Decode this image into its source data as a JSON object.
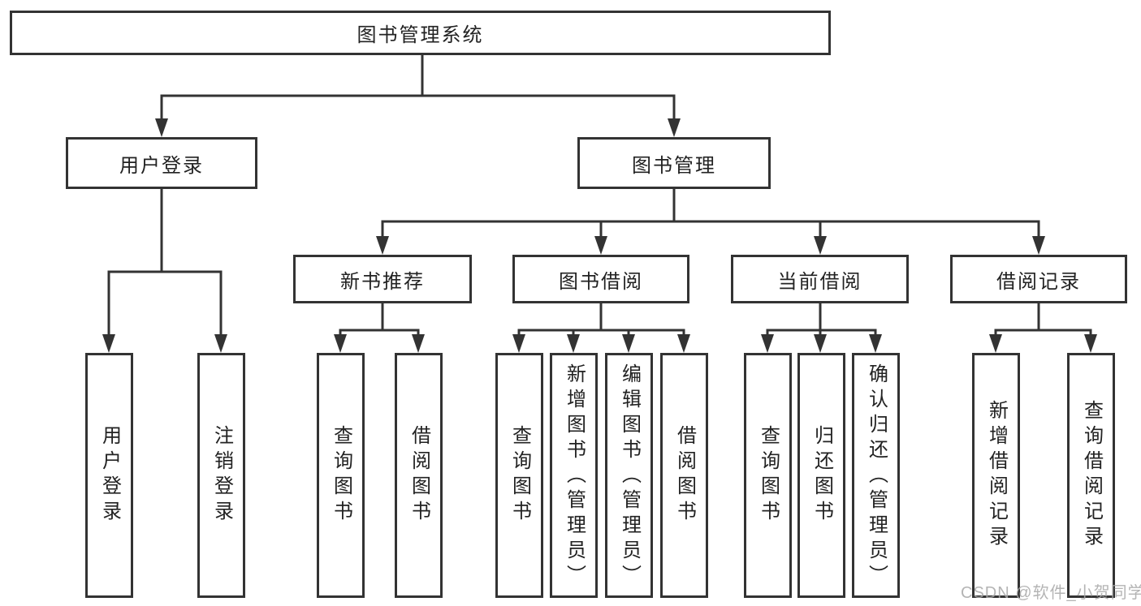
{
  "diagram": {
    "tree": {
      "root": {
        "label": "图书管理系统"
      },
      "branches": [
        {
          "label": "用户登录",
          "children": [
            {
              "label": "用户登录"
            },
            {
              "label": "注销登录"
            }
          ]
        },
        {
          "label": "图书管理",
          "groups": [
            {
              "label": "新书推荐",
              "children": [
                {
                  "label": "查询图书"
                },
                {
                  "label": "借阅图书"
                }
              ]
            },
            {
              "label": "图书借阅",
              "children": [
                {
                  "label": "查询图书"
                },
                {
                  "label": "新增图书（管理员）"
                },
                {
                  "label": "编辑图书（管理员）"
                },
                {
                  "label": "借阅图书"
                }
              ]
            },
            {
              "label": "当前借阅",
              "children": [
                {
                  "label": "查询图书"
                },
                {
                  "label": "归还图书"
                },
                {
                  "label": "确认归还（管理员）"
                }
              ]
            },
            {
              "label": "借阅记录",
              "children": [
                {
                  "label": "新增借阅记录"
                },
                {
                  "label": "查询借阅记录"
                }
              ]
            }
          ]
        }
      ]
    },
    "watermark": "CSDN @软件_小贺同学",
    "colors": {
      "line": "#333333",
      "text": "#222222",
      "watermark": "#a8a8a8",
      "background": "#ffffff"
    }
  }
}
